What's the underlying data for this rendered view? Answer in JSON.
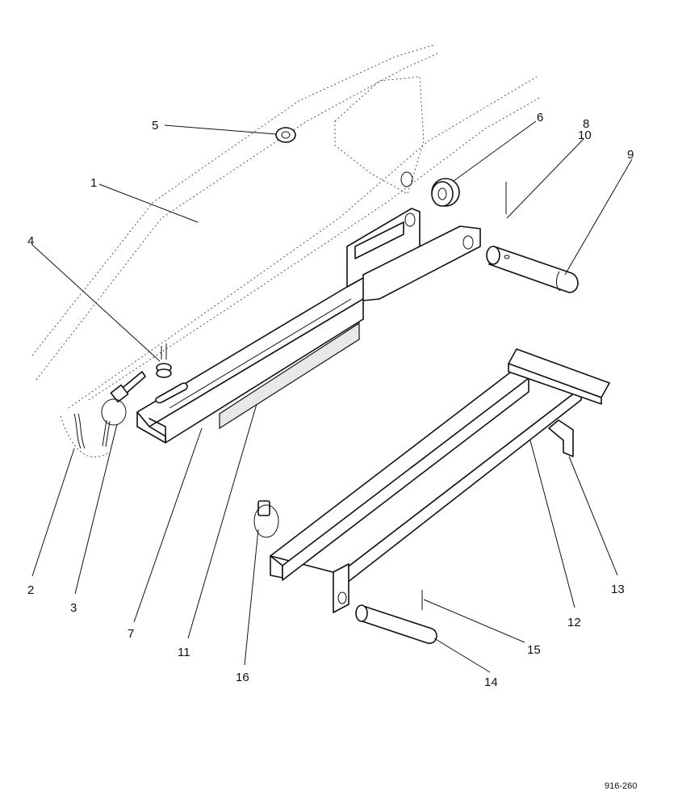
{
  "drawing": {
    "reference": "916-260",
    "callouts": [
      {
        "id": "c1",
        "text": "1"
      },
      {
        "id": "c2",
        "text": "2"
      },
      {
        "id": "c3",
        "text": "3"
      },
      {
        "id": "c4",
        "text": "4"
      },
      {
        "id": "c5",
        "text": "5"
      },
      {
        "id": "c6",
        "text": "6"
      },
      {
        "id": "c7",
        "text": "7"
      },
      {
        "id": "c8",
        "text": "8"
      },
      {
        "id": "c9",
        "text": "9"
      },
      {
        "id": "c10",
        "text": "10"
      },
      {
        "id": "c11",
        "text": "11"
      },
      {
        "id": "c12",
        "text": "12"
      },
      {
        "id": "c13",
        "text": "13"
      },
      {
        "id": "c14",
        "text": "14"
      },
      {
        "id": "c15",
        "text": "15"
      },
      {
        "id": "c16",
        "text": "16"
      }
    ]
  }
}
